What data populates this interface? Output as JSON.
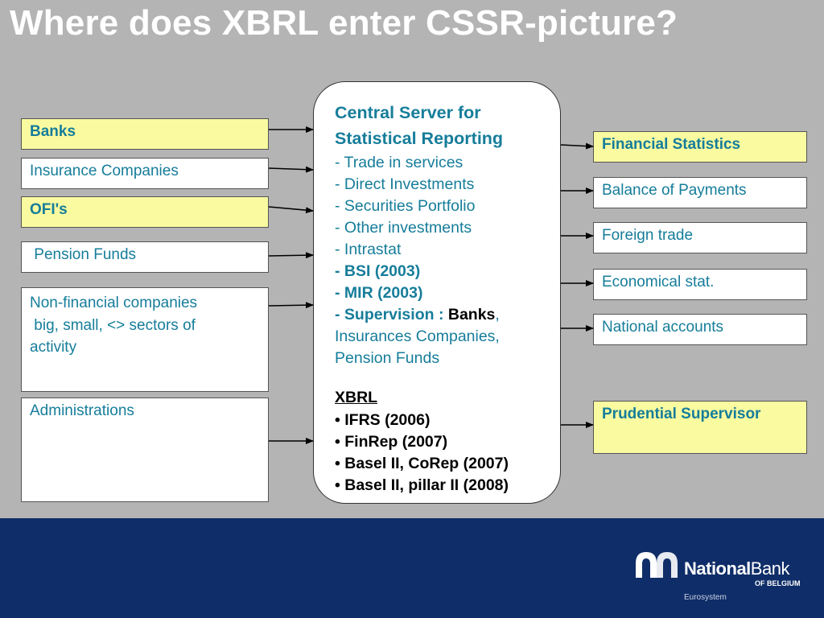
{
  "title": "Where does XBRL enter CSSR-picture?",
  "sources": [
    {
      "label": "Banks",
      "highlight": true
    },
    {
      "label": "Insurance Companies",
      "highlight": false
    },
    {
      "label": "OFI's",
      "highlight": true
    },
    {
      "label": " Pension Funds",
      "highlight": false
    },
    {
      "label": "Non-financial companies\n big, small, <> sectors of\nactivity",
      "highlight": false
    },
    {
      "label": "Administrations",
      "highlight": false
    }
  ],
  "center": {
    "heading": "Central Server for Statistical Reporting",
    "items": [
      "- Trade in services",
      "- Direct Investments",
      "- Securities Portfolio",
      "- Other investments",
      "- Intrastat"
    ],
    "bold_items": [
      "- BSI (2003)",
      "- MIR (2003)"
    ],
    "supervision_prefix": "- Supervision : ",
    "supervision_banks": "Banks",
    "supervision_rest": ", Insurances Companies, Pension Funds",
    "xbrl_heading": "XBRL",
    "xbrl_items": [
      "• IFRS (2006)",
      "• FinRep (2007)",
      "• Basel II, CoRep (2007)",
      "• Basel II, pillar II (2008)"
    ]
  },
  "outputs": [
    {
      "label": "Financial Statistics",
      "highlight": true
    },
    {
      "label": "Balance of Payments",
      "highlight": false
    },
    {
      "label": "Foreign trade",
      "highlight": false
    },
    {
      "label": "Economical stat.",
      "highlight": false
    },
    {
      "label": "National accounts",
      "highlight": false
    },
    {
      "label": "Prudential Supervisor",
      "highlight": true
    }
  ],
  "footer": {
    "logo_bold": "National",
    "logo_light": "Bank",
    "logo_sub": "OF BELGIUM",
    "logo_tag": "Eurosystem"
  },
  "colors": {
    "text": "#167d9a",
    "highlight": "#fafaa0",
    "background": "#b4b4b4",
    "footer": "#0f2d68"
  }
}
